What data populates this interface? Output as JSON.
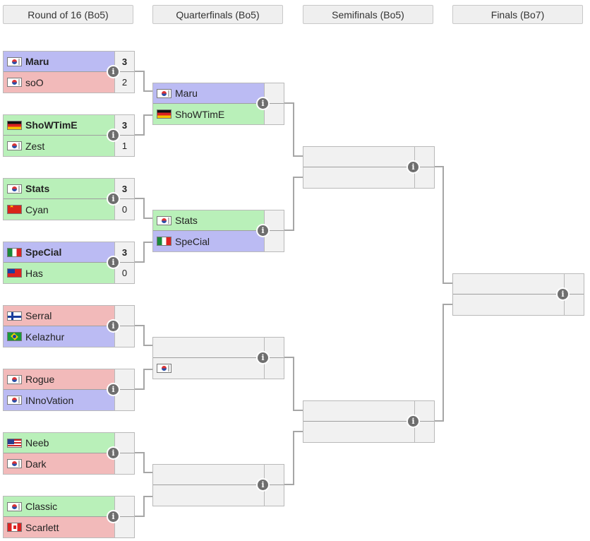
{
  "rounds": [
    {
      "label": "Round of 16 (Bo5)"
    },
    {
      "label": "Quarterfinals (Bo5)"
    },
    {
      "label": "Semifinals (Bo5)"
    },
    {
      "label": "Finals (Bo7)"
    }
  ],
  "round_of_16": [
    {
      "p1": {
        "name": "Maru",
        "flag": "kr",
        "color": "blue",
        "score": "3",
        "winner": true
      },
      "p2": {
        "name": "soO",
        "flag": "kr",
        "color": "red",
        "score": "2",
        "winner": false
      }
    },
    {
      "p1": {
        "name": "ShoWTimE",
        "flag": "de",
        "color": "green",
        "score": "3",
        "winner": true
      },
      "p2": {
        "name": "Zest",
        "flag": "kr",
        "color": "green",
        "score": "1",
        "winner": false
      }
    },
    {
      "p1": {
        "name": "Stats",
        "flag": "kr",
        "color": "green",
        "score": "3",
        "winner": true
      },
      "p2": {
        "name": "Cyan",
        "flag": "cn",
        "color": "green",
        "score": "0",
        "winner": false
      }
    },
    {
      "p1": {
        "name": "SpeCial",
        "flag": "mx",
        "color": "blue",
        "score": "3",
        "winner": true
      },
      "p2": {
        "name": "Has",
        "flag": "tw",
        "color": "green",
        "score": "0",
        "winner": false
      }
    },
    {
      "p1": {
        "name": "Serral",
        "flag": "fi",
        "color": "red",
        "score": "",
        "winner": false
      },
      "p2": {
        "name": "Kelazhur",
        "flag": "br",
        "color": "blue",
        "score": "",
        "winner": false
      }
    },
    {
      "p1": {
        "name": "Rogue",
        "flag": "kr",
        "color": "red",
        "score": "",
        "winner": false
      },
      "p2": {
        "name": "INnoVation",
        "flag": "kr",
        "color": "blue",
        "score": "",
        "winner": false
      }
    },
    {
      "p1": {
        "name": "Neeb",
        "flag": "us",
        "color": "green",
        "score": "",
        "winner": false
      },
      "p2": {
        "name": "Dark",
        "flag": "kr",
        "color": "red",
        "score": "",
        "winner": false
      }
    },
    {
      "p1": {
        "name": "Classic",
        "flag": "kr",
        "color": "green",
        "score": "",
        "winner": false
      },
      "p2": {
        "name": "Scarlett",
        "flag": "ca",
        "color": "red",
        "score": "",
        "winner": false
      }
    }
  ],
  "quarterfinals": [
    {
      "p1": {
        "name": "Maru",
        "flag": "kr",
        "color": "blue",
        "score": ""
      },
      "p2": {
        "name": "ShoWTimE",
        "flag": "de",
        "color": "green",
        "score": ""
      }
    },
    {
      "p1": {
        "name": "Stats",
        "flag": "kr",
        "color": "green",
        "score": ""
      },
      "p2": {
        "name": "SpeCial",
        "flag": "mx",
        "color": "blue",
        "score": ""
      }
    },
    {
      "p1": {
        "name": "",
        "flag": "",
        "color": "empty",
        "score": ""
      },
      "p2": {
        "name": "",
        "flag": "kr",
        "color": "empty",
        "score": ""
      }
    },
    {
      "p1": {
        "name": "",
        "flag": "",
        "color": "empty",
        "score": ""
      },
      "p2": {
        "name": "",
        "flag": "",
        "color": "empty",
        "score": ""
      }
    }
  ],
  "semifinals": [
    {
      "p1": {
        "name": "",
        "flag": ""
      },
      "p2": {
        "name": "",
        "flag": ""
      }
    },
    {
      "p1": {
        "name": "",
        "flag": ""
      },
      "p2": {
        "name": "",
        "flag": ""
      }
    }
  ],
  "finals": [
    {
      "p1": {
        "name": "",
        "flag": ""
      },
      "p2": {
        "name": "",
        "flag": ""
      }
    }
  ],
  "info_icon": "info-icon",
  "colors": {
    "blue": "#bbbbf3",
    "red": "#f2baba",
    "green": "#b9f0b9",
    "empty": "#f1f1f1",
    "wire": "#a6a6a6",
    "icon": "#6e6e6e"
  }
}
